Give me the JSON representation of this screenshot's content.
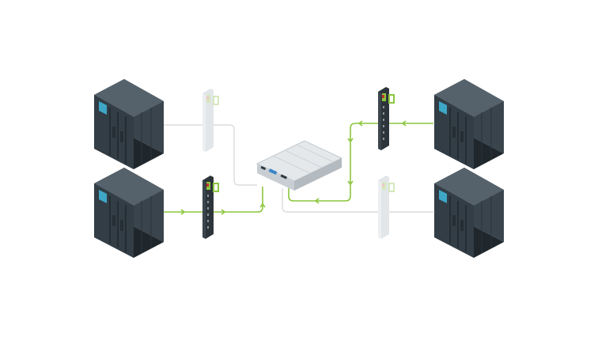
{
  "diagram": {
    "colors": {
      "background": "#ffffff",
      "active_line": "#8cc63f",
      "inactive_line": "#dcdcdc",
      "cabinet_dark": "#2f3a42",
      "cabinet_mid": "#3a4650",
      "cabinet_light": "#46525c",
      "screen": "#3ea7c6",
      "pdu_dark": "#2d353b",
      "pdu_faded": "#dfe3e5",
      "pdu_accent": "#8cc63f",
      "pdu_red": "#c9302c",
      "switch_body": "#c8ced3",
      "switch_top": "#e4e8eb"
    },
    "nodes": [
      {
        "name": "ups-cabinet-top-left",
        "type": "ups-cabinet",
        "active": false
      },
      {
        "name": "ups-cabinet-bottom-left",
        "type": "ups-cabinet",
        "active": true
      },
      {
        "name": "ups-cabinet-top-right",
        "type": "ups-cabinet",
        "active": true
      },
      {
        "name": "ups-cabinet-bottom-right",
        "type": "ups-cabinet",
        "active": false
      },
      {
        "name": "pdu-top-left",
        "type": "rack-pdu",
        "active": false
      },
      {
        "name": "pdu-bottom-left",
        "type": "rack-pdu",
        "active": true
      },
      {
        "name": "pdu-top-right",
        "type": "rack-pdu",
        "active": true
      },
      {
        "name": "pdu-bottom-right",
        "type": "rack-pdu",
        "active": false
      },
      {
        "name": "transfer-switch",
        "type": "transfer-switch",
        "active": true
      }
    ],
    "icons": [
      "ups-cabinet-icon",
      "rack-pdu-icon",
      "transfer-switch-icon",
      "arrow-chevron-icon"
    ]
  }
}
